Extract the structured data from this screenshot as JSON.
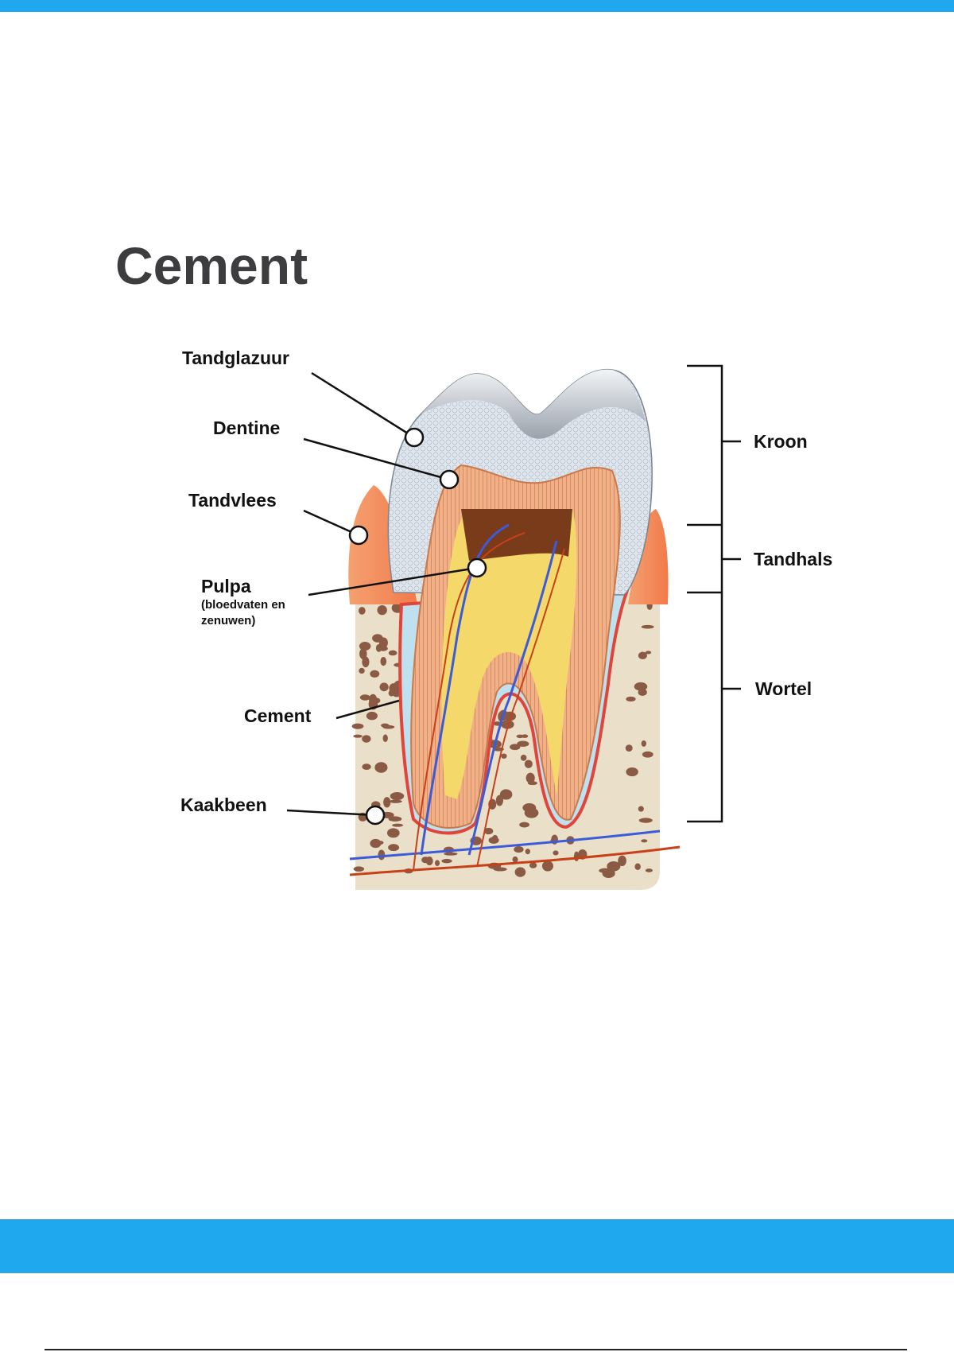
{
  "page": {
    "title": "Cement"
  },
  "diagram": {
    "labels_left": {
      "enamel": "Tandglazuur",
      "dentine": "Dentine",
      "gum": "Tandvlees",
      "pulp": "Pulpa",
      "pulp_note_1": "(bloedvaten en",
      "pulp_note_2": "zenuwen)",
      "cement": "Cement",
      "jawbone": "Kaakbeen"
    },
    "labels_right": {
      "crown": "Kroon",
      "neck": "Tandhals",
      "root": "Wortel"
    }
  },
  "colors": {
    "accent": "#1fa8ee",
    "title": "#3d3d40"
  }
}
